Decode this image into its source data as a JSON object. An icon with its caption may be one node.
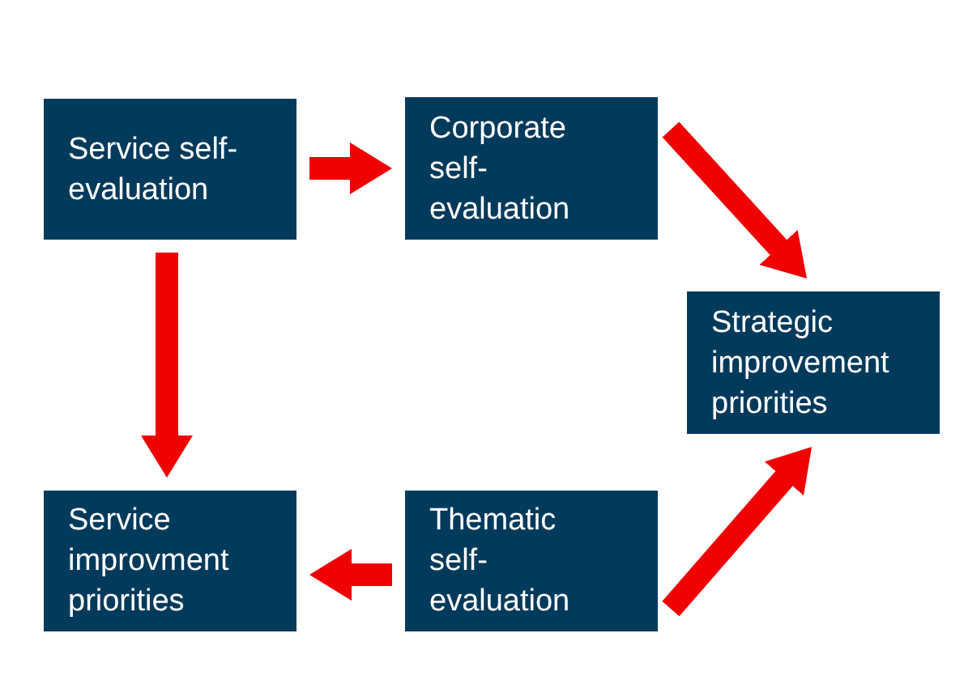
{
  "diagram": {
    "nodes": [
      {
        "text": [
          "Service self-evaluation"
        ]
      },
      {
        "text": [
          "Corporate self-evaluation"
        ]
      },
      {
        "text": [
          "Strategic improvement priorities"
        ]
      },
      {
        "text": [
          "Service improvment priorities"
        ]
      },
      {
        "text": [
          "Thematic self-evaluation"
        ]
      }
    ],
    "edges": [
      {
        "from": 0,
        "to": 1,
        "arrow": "to"
      },
      {
        "from": 1,
        "to": 2,
        "arrow": "to"
      },
      {
        "from": 0,
        "to": 3,
        "arrow": "to"
      },
      {
        "from": 4,
        "to": 2,
        "arrow": "to"
      },
      {
        "from": 4,
        "to": 3,
        "arrow": "to"
      }
    ]
  }
}
